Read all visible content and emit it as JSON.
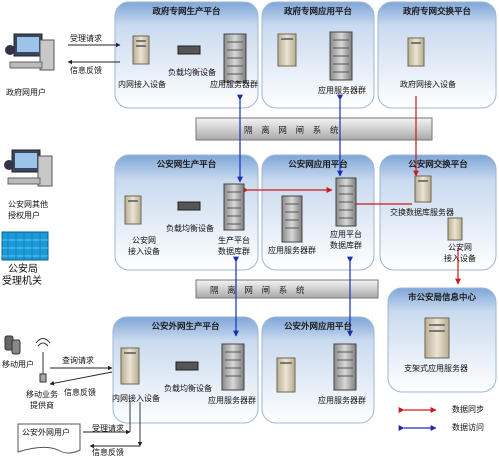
{
  "panels": {
    "gov_prod": "政府专网生产平台",
    "gov_app": "政府专网应用平台",
    "gov_exchange": "政府专网交换平台",
    "police_prod": "公安网生产平台",
    "police_app": "公安网应用平台",
    "police_exchange": "公安网交换平台",
    "city_center": "市公安局信息中心",
    "ext_prod": "公安外网生产平台",
    "ext_app": "公安外网应用平台"
  },
  "gap_system": {
    "top": "隔 离 网 闸 系 统",
    "bottom": "隔 离 网 闸 系 统"
  },
  "labels": {
    "gov_user": "政府网用户",
    "accept_request_1": "受理请求",
    "info_feedback_1": "信息反馈",
    "intranet_access_1": "内网接入设备",
    "load_balance_1": "负载均衡设备",
    "app_server_group_1": "应用服务器群",
    "app_server_group_2": "应用服务器群",
    "gov_access_device": "政府网接入设备",
    "police_other_user_1": "公安网其他",
    "police_other_user_2": "授权用户",
    "police_access_1": "公安网",
    "police_access_2": "接入设备",
    "load_balance_2": "负载均衡设备",
    "prod_platform_db_1": "生产平台",
    "prod_platform_db_2": "数据库群",
    "app_server_group_3": "应用服务器群",
    "app_platform_db_1": "应用平台",
    "app_platform_db_2": "数据库群",
    "exchange_db_server": "交换数据库服务器",
    "police_access_3": "公安网",
    "police_access_4": "接入设备",
    "city_bureau_1": "公安局",
    "city_bureau_2": "受理机关",
    "distributed_app_server": "支架式应用服务器",
    "mobile_user": "移动用户",
    "query_request": "查询请求",
    "mobile_provider_1": "移动业务",
    "mobile_provider_2": "提供商",
    "info_feedback_2": "信息反馈",
    "intranet_access_2": "内网接入设备",
    "load_balance_3": "负载均衡设备",
    "app_server_group_4": "应用服务器群",
    "app_server_group_5": "应用服务器群",
    "ext_user": "公安外网用户",
    "accept_request_2": "受理请求",
    "info_feedback_3": "信息反馈"
  },
  "legend": {
    "sync": "数据同步",
    "access": "数据访问"
  },
  "colors": {
    "panel_top": "#7fa6d8",
    "panel_mid": "#dce8f6",
    "panel_bottom": "#ffffff",
    "server_body": "#d9d2c0",
    "sync_arrow": "#d01818",
    "access_arrow": "#1a2fb0"
  }
}
